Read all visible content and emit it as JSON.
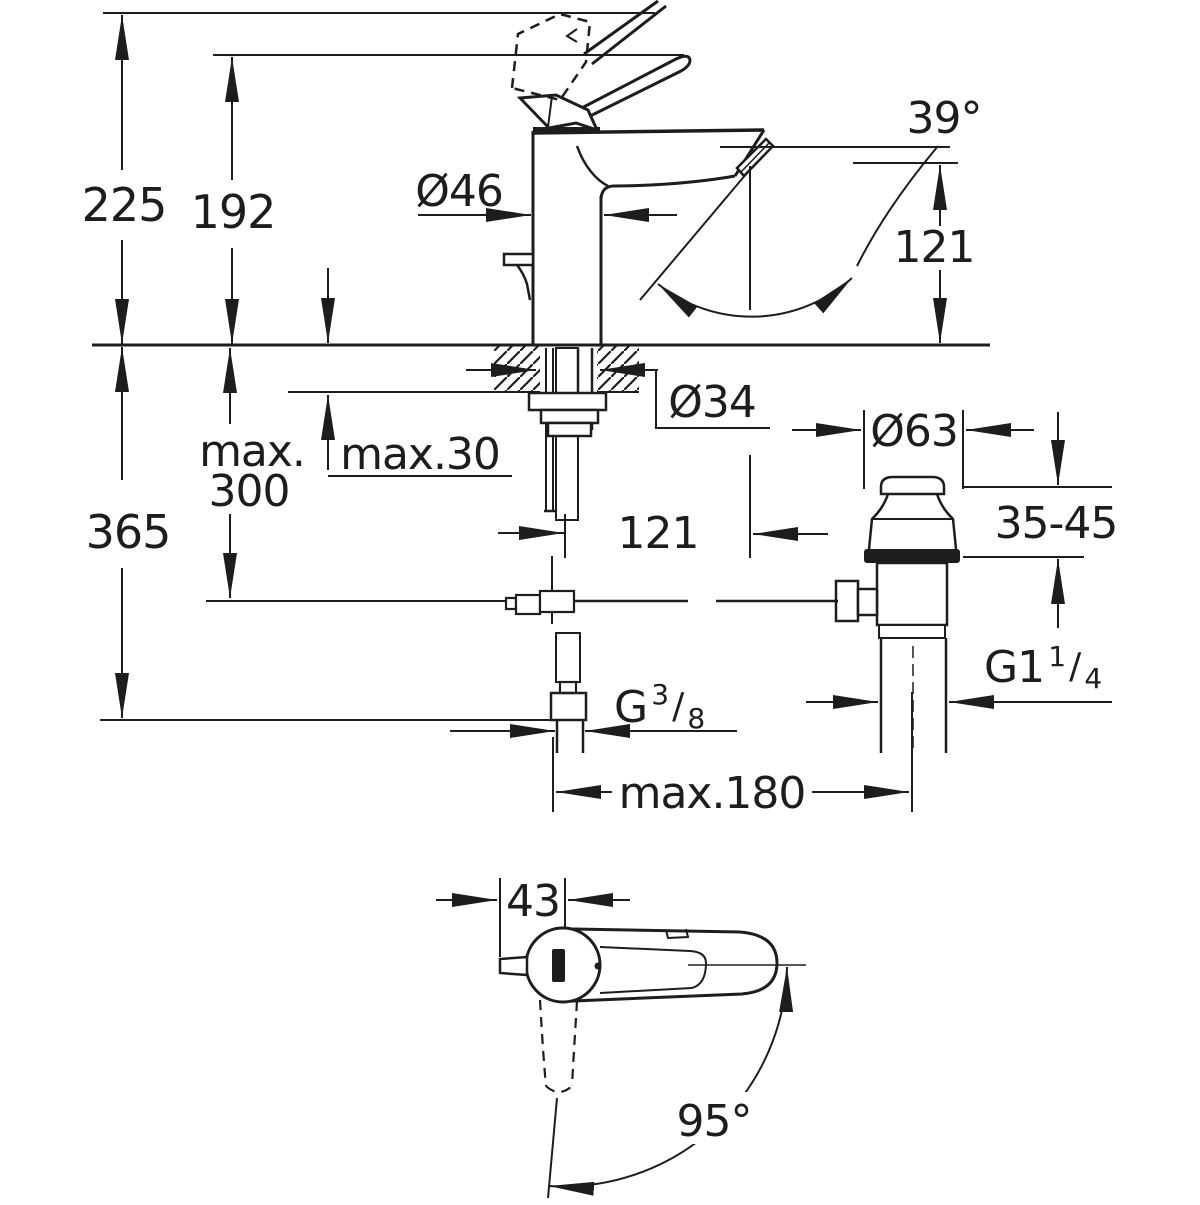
{
  "drawing": {
    "title": "single-lever basin mixer technical dimension drawing",
    "background_color": "#ffffff",
    "line_color": "#1d1d1b",
    "units": "mm",
    "labels": {
      "overall_height": "225",
      "spout_height": "192",
      "body_diameter": "Ø46",
      "aerator_angle": "39°",
      "outlet_height": "121",
      "deck_hole_diameter": "Ø34",
      "max_word": "max.",
      "flex_hose_depth": "300",
      "total_depth": "365",
      "max_deck_thickness": "max.30",
      "spout_reach": "121",
      "waste_plug_diameter": "Ø63",
      "basin_clamp_range": "35-45",
      "supply_thread": {
        "g": "G",
        "num": "3",
        "slash": "/",
        "den": "8"
      },
      "waste_thread": {
        "g": "G1",
        "num": "1",
        "slash": "/",
        "den": "4"
      },
      "rod_reach": "max.180",
      "handle_width": "43",
      "handle_swivel_angle": "95°"
    }
  }
}
